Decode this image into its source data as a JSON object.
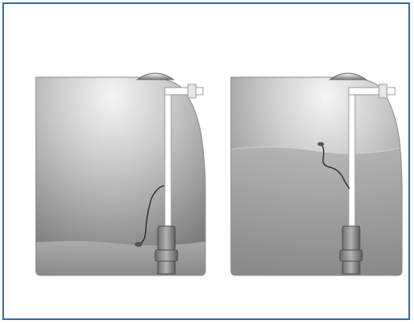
{
  "figure": {
    "panels": [
      {
        "id": "tank-left",
        "state": "low-liquid",
        "float_switch": "down"
      },
      {
        "id": "tank-right",
        "state": "high-liquid",
        "float_switch": "up"
      }
    ],
    "colors": {
      "frame_border": "#2a6bb0",
      "tank_light": "#f2f2f2",
      "tank_dark": "#6f6f6f",
      "liquid": "#9e9e9e",
      "pipe": "#ffffff",
      "pump": "#8a8a8a",
      "cable": "#1f1f1f"
    }
  }
}
